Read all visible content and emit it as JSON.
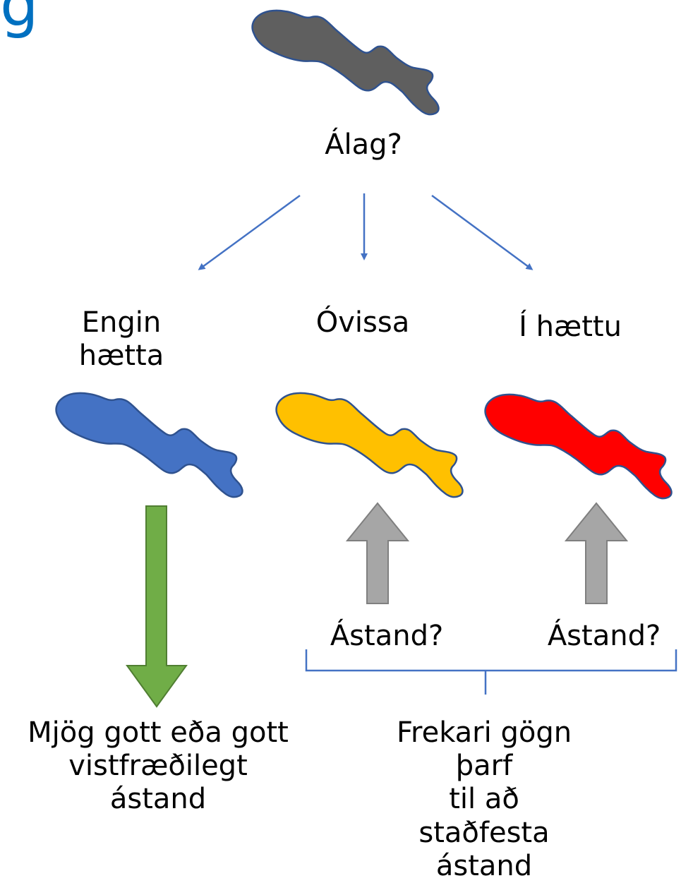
{
  "heading": "g",
  "top": {
    "label": "Álag?",
    "lake_color": "#5f5f5f"
  },
  "branches": [
    {
      "key": "no-risk",
      "label": "Engin\nhætta",
      "lake_color": "#4472c4"
    },
    {
      "key": "uncertain",
      "label": "Óvissa",
      "lake_color": "#ffc000"
    },
    {
      "key": "at-risk",
      "label": "Í hættu",
      "lake_color": "#ff0000"
    }
  ],
  "state_labels": [
    "Ástand?",
    "Ástand?"
  ],
  "outcomes": {
    "good": "Mjög gott eða gott\nvistfræðilegt\nástand",
    "more_data": "Frekari gögn þarf\ntil að staðfesta\nástand"
  },
  "colors": {
    "connector": "#4472c4",
    "lake_outline": "#2f528f",
    "down_arrow": "#70ad47",
    "down_arrow_border": "#507e32",
    "up_arrow": "#a6a6a6",
    "up_arrow_border": "#7f7f7f",
    "heading": "#0070c0"
  }
}
